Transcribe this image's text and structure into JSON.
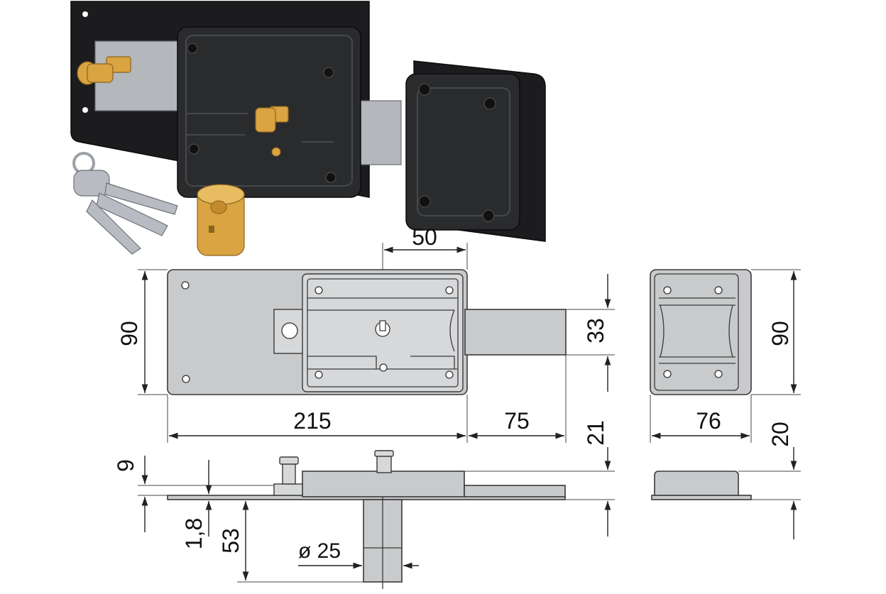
{
  "dimensions": {
    "top_width": "50",
    "front_height": "90",
    "bolt_height": "33",
    "keeper_height": "90",
    "body_length": "215",
    "bolt_throw": "75",
    "keeper_width": "76",
    "side_offset": "21",
    "keeper_depth": "20",
    "body_depth": "9",
    "plate_thickness": "1,8",
    "cylinder_length": "53",
    "cylinder_diameter": "ø 25"
  },
  "colors": {
    "drawing_fill": "#c9cacc",
    "lock_body": "#1c1c1e",
    "brass": "#d9a441"
  }
}
